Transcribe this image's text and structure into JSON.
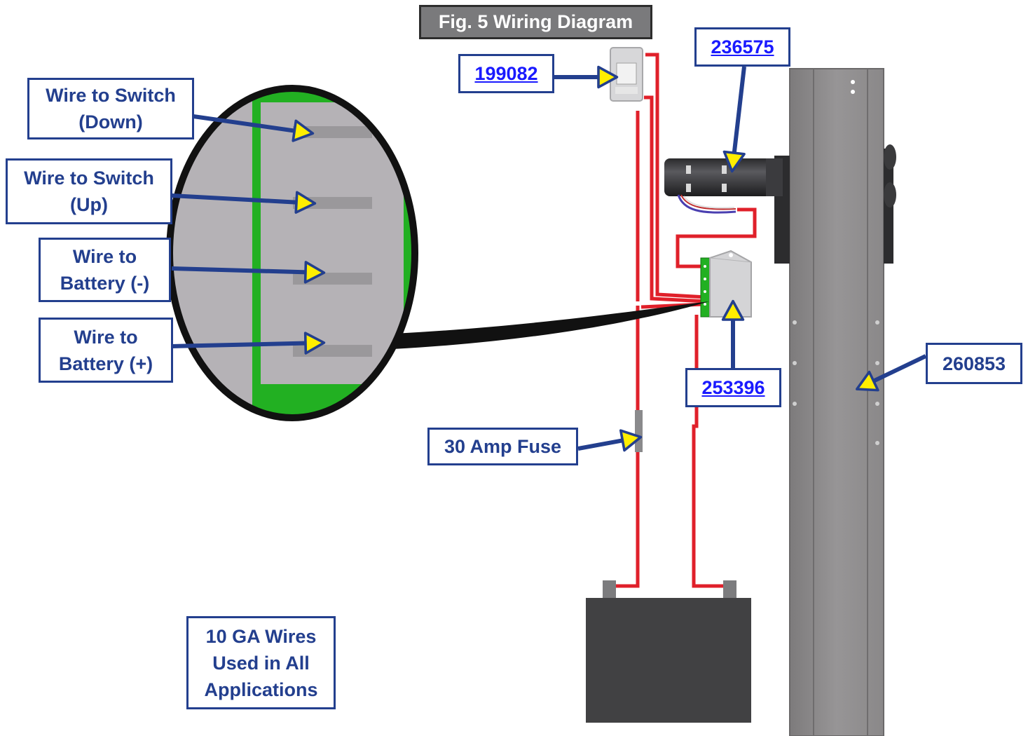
{
  "title": "Fig. 5 Wiring Diagram",
  "callouts": {
    "switch_down": [
      "Wire to Switch",
      "(Down)"
    ],
    "switch_up": [
      "Wire to Switch",
      "(Up)"
    ],
    "battery_neg": [
      "Wire to",
      "Battery (-)"
    ],
    "battery_pos": [
      "Wire to",
      "Battery (+)"
    ],
    "fuse": "30 Amp Fuse",
    "wires_note": [
      "10 GA Wires",
      "Used in All",
      "Applications"
    ]
  },
  "part_links": {
    "switch": "199082",
    "motor": "236575",
    "controller": "253396",
    "post": "260853"
  },
  "colors": {
    "label_blue": "#233f8e",
    "arrow_yellow": "#ffee00",
    "wire_red": "#e0202a",
    "terminal_green": "#22b022",
    "battery": "#414143",
    "post": "#8c8a8b",
    "link_blue": "#1a1aff"
  }
}
